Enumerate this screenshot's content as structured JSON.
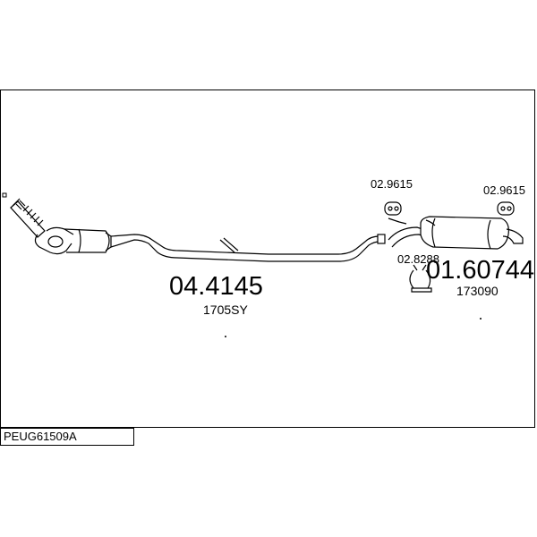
{
  "parts": {
    "front_pipe": {
      "part_number": "04.4145",
      "ref": "1705SY"
    },
    "rear_silencer": {
      "part_number": "01.60744",
      "ref": "173090"
    },
    "hanger_left": {
      "part_number": "02.9615"
    },
    "hanger_right": {
      "part_number": "02.9615"
    },
    "clamp": {
      "part_number": "02.8288"
    }
  },
  "footer": {
    "code": "PEUG61509A"
  }
}
